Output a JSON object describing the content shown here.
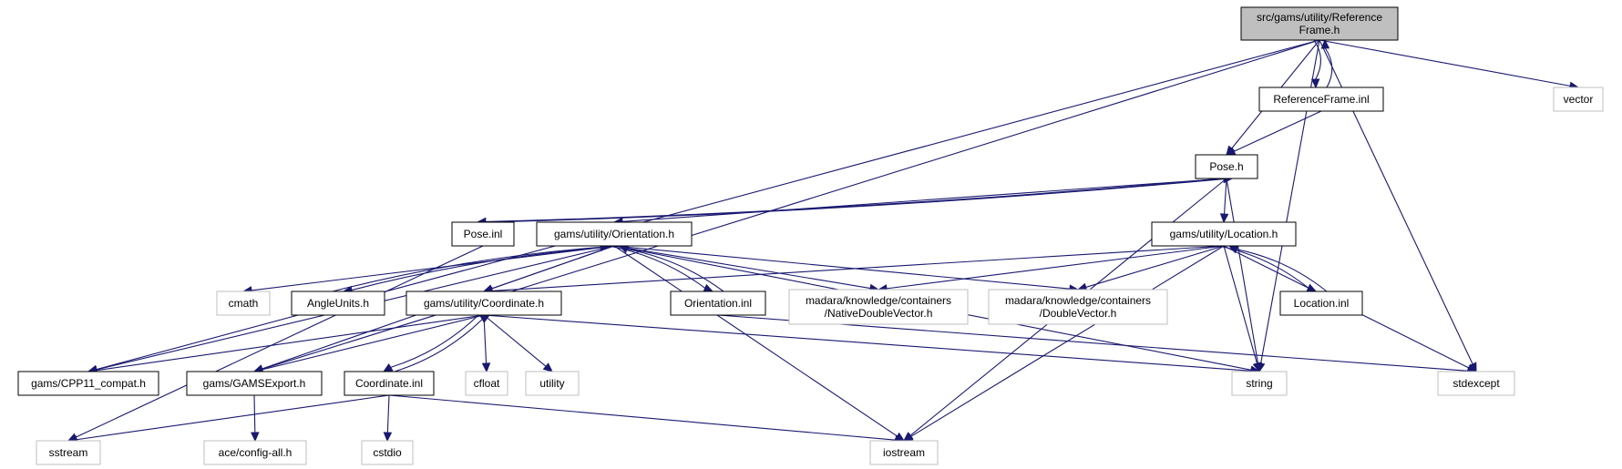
{
  "diagram": {
    "kind": "include dependency graph",
    "colors": {
      "root_fill": "#bfbfbf",
      "edge": "#191970",
      "documented_border": "#000000",
      "external_border": "#bfbfbf"
    },
    "nodes": [
      {
        "id": "refframe_h",
        "label": [
          "src/gams/utility/Reference",
          "Frame.h"
        ],
        "style": "root"
      },
      {
        "id": "refframe_inl",
        "label": [
          "ReferenceFrame.inl"
        ],
        "style": "doc"
      },
      {
        "id": "vector",
        "label": [
          "vector"
        ],
        "style": "ext"
      },
      {
        "id": "pose_h",
        "label": [
          "Pose.h"
        ],
        "style": "doc"
      },
      {
        "id": "pose_inl",
        "label": [
          "Pose.inl"
        ],
        "style": "doc"
      },
      {
        "id": "orientation_h",
        "label": [
          "gams/utility/Orientation.h"
        ],
        "style": "doc"
      },
      {
        "id": "location_h",
        "label": [
          "gams/utility/Location.h"
        ],
        "style": "doc"
      },
      {
        "id": "cmath",
        "label": [
          "cmath"
        ],
        "style": "ext"
      },
      {
        "id": "angleunits_h",
        "label": [
          "AngleUnits.h"
        ],
        "style": "doc"
      },
      {
        "id": "coordinate_h",
        "label": [
          "gams/utility/Coordinate.h"
        ],
        "style": "doc"
      },
      {
        "id": "orientation_inl",
        "label": [
          "Orientation.inl"
        ],
        "style": "doc"
      },
      {
        "id": "nativedoublevector",
        "label": [
          "madara/knowledge/containers",
          "/NativeDoubleVector.h"
        ],
        "style": "ext"
      },
      {
        "id": "doublevector",
        "label": [
          "madara/knowledge/containers",
          "/DoubleVector.h"
        ],
        "style": "ext"
      },
      {
        "id": "location_inl",
        "label": [
          "Location.inl"
        ],
        "style": "doc"
      },
      {
        "id": "cpp11_compat",
        "label": [
          "gams/CPP11_compat.h"
        ],
        "style": "doc"
      },
      {
        "id": "gamsexport",
        "label": [
          "gams/GAMSExport.h"
        ],
        "style": "doc"
      },
      {
        "id": "coordinate_inl",
        "label": [
          "Coordinate.inl"
        ],
        "style": "doc"
      },
      {
        "id": "cfloat",
        "label": [
          "cfloat"
        ],
        "style": "ext"
      },
      {
        "id": "utility",
        "label": [
          "utility"
        ],
        "style": "ext"
      },
      {
        "id": "string",
        "label": [
          "string"
        ],
        "style": "ext"
      },
      {
        "id": "stdexcept",
        "label": [
          "stdexcept"
        ],
        "style": "ext"
      },
      {
        "id": "sstream",
        "label": [
          "sstream"
        ],
        "style": "ext"
      },
      {
        "id": "aceconfig",
        "label": [
          "ace/config-all.h"
        ],
        "style": "ext"
      },
      {
        "id": "cstdio",
        "label": [
          "cstdio"
        ],
        "style": "ext"
      },
      {
        "id": "iostream",
        "label": [
          "iostream"
        ],
        "style": "ext"
      }
    ],
    "edges": [
      [
        "refframe_h",
        "refframe_inl"
      ],
      [
        "refframe_inl",
        "refframe_h"
      ],
      [
        "refframe_h",
        "vector"
      ],
      [
        "refframe_h",
        "pose_h"
      ],
      [
        "refframe_h",
        "cpp11_compat"
      ],
      [
        "refframe_h",
        "gamsexport"
      ],
      [
        "refframe_h",
        "string"
      ],
      [
        "refframe_h",
        "stdexcept"
      ],
      [
        "refframe_inl",
        "pose_h"
      ],
      [
        "pose_h",
        "pose_inl"
      ],
      [
        "pose_inl",
        "pose_h"
      ],
      [
        "pose_h",
        "orientation_h"
      ],
      [
        "pose_h",
        "location_h"
      ],
      [
        "pose_h",
        "string"
      ],
      [
        "pose_h",
        "iostream"
      ],
      [
        "pose_inl",
        "sstream"
      ],
      [
        "orientation_h",
        "angleunits_h"
      ],
      [
        "angleunits_h",
        "orientation_h"
      ],
      [
        "orientation_h",
        "cmath"
      ],
      [
        "orientation_h",
        "coordinate_h"
      ],
      [
        "orientation_h",
        "orientation_inl"
      ],
      [
        "orientation_inl",
        "orientation_h"
      ],
      [
        "orientation_h",
        "nativedoublevector"
      ],
      [
        "orientation_h",
        "doublevector"
      ],
      [
        "orientation_h",
        "cpp11_compat"
      ],
      [
        "orientation_h",
        "gamsexport"
      ],
      [
        "orientation_h",
        "string"
      ],
      [
        "orientation_h",
        "iostream"
      ],
      [
        "location_h",
        "coordinate_h"
      ],
      [
        "location_h",
        "nativedoublevector"
      ],
      [
        "location_h",
        "doublevector"
      ],
      [
        "location_h",
        "location_inl"
      ],
      [
        "location_inl",
        "location_h"
      ],
      [
        "location_h",
        "string"
      ],
      [
        "location_h",
        "stdexcept"
      ],
      [
        "location_h",
        "iostream"
      ],
      [
        "coordinate_h",
        "cpp11_compat"
      ],
      [
        "coordinate_h",
        "gamsexport"
      ],
      [
        "coordinate_h",
        "coordinate_inl"
      ],
      [
        "coordinate_inl",
        "coordinate_h"
      ],
      [
        "coordinate_h",
        "cfloat"
      ],
      [
        "coordinate_h",
        "utility"
      ],
      [
        "coordinate_h",
        "string"
      ],
      [
        "coordinate_inl",
        "sstream"
      ],
      [
        "coordinate_inl",
        "cstdio"
      ],
      [
        "coordinate_inl",
        "iostream"
      ],
      [
        "gamsexport",
        "aceconfig"
      ],
      [
        "orientation_inl",
        "stdexcept"
      ]
    ]
  }
}
